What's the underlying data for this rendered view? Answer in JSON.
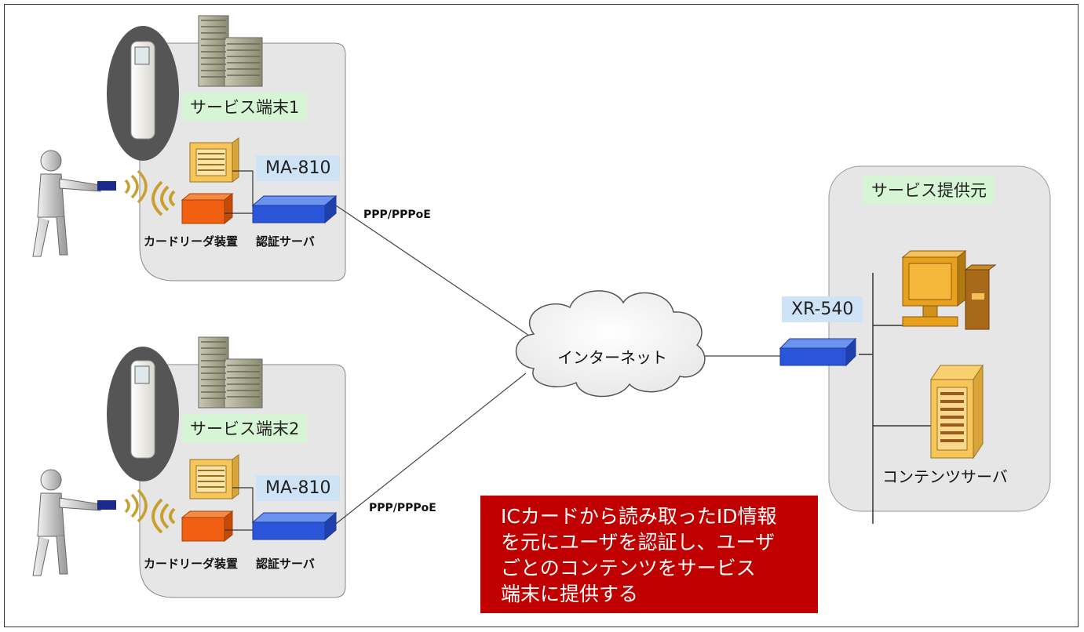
{
  "sites": [
    {
      "name": "サービス端末1",
      "router": "MA-810",
      "card_reader": "カードリーダ装置",
      "auth_server": "認証サーバ",
      "link": "PPP/PPPoE"
    },
    {
      "name": "サービス端末2",
      "router": "MA-810",
      "card_reader": "カードリーダ装置",
      "auth_server": "認証サーバ",
      "link": "PPP/PPPoE"
    }
  ],
  "internet": "インターネット",
  "provider": {
    "name": "サービス提供元",
    "router": "XR-540",
    "content_server": "コンテンツサーバ"
  },
  "note": {
    "lines": [
      "ICカードから読み取ったID情報",
      "を元にユーザを認証し、ユーザ",
      "ごとのコンテンツをサービス",
      "端末に提供する"
    ],
    "color": "#c00000"
  },
  "colors": {
    "router": "#3a6de0",
    "label_green": "#d5f5d5",
    "label_blue": "#cfe3f7",
    "site_bg": "#e6e6e6",
    "pc": "#e8a11c",
    "card_reader": "#f06010"
  }
}
